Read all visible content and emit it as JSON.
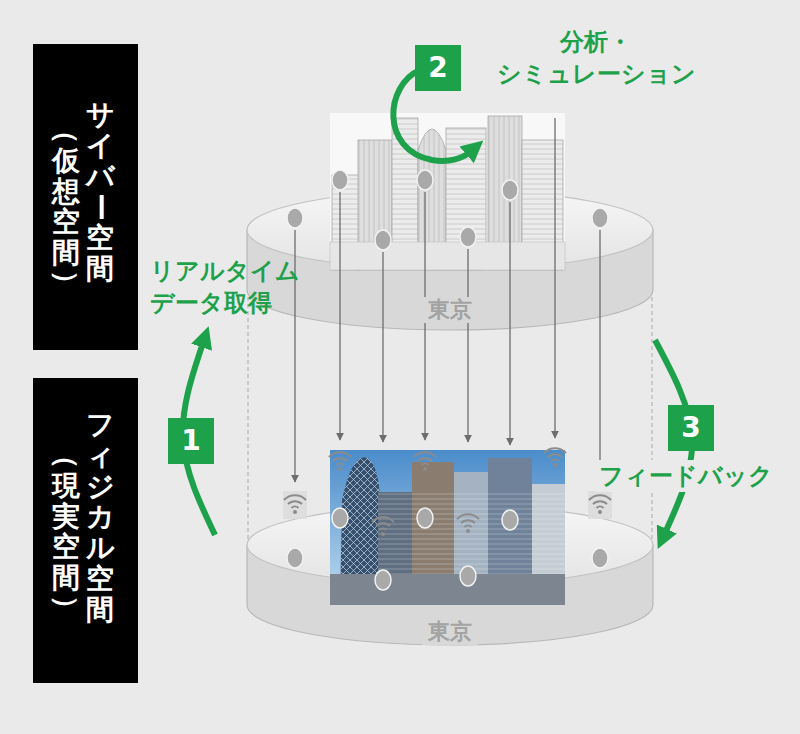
{
  "diagram": {
    "nodes": [
      {
        "text": [
          "サイバー空間",
          "（仮想空間）"
        ]
      },
      {
        "text": [
          "フィジカル空間",
          "（現実空間）"
        ]
      },
      {
        "text": [
          "東京"
        ]
      },
      {
        "text": [
          "東京"
        ]
      }
    ],
    "edges": [
      {
        "from": 3,
        "to": 2,
        "arrow": "to",
        "label": "リアルタイム データ取得"
      },
      {
        "from": 2,
        "to": 3,
        "arrow": "to",
        "label": "フィードバック"
      }
    ],
    "labels": [
      "2",
      "分析・ シミュレーション",
      "1",
      "3"
    ]
  }
}
